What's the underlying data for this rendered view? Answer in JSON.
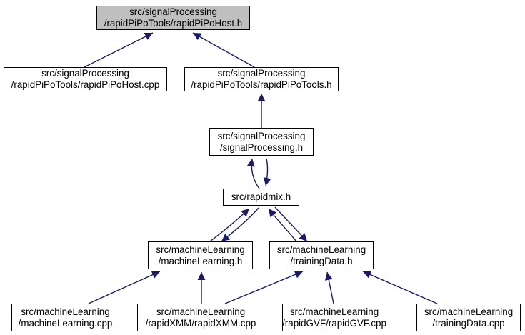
{
  "graph": {
    "colors": {
      "edge": "#191970",
      "root_fill": "#bfbfbf",
      "node_fill": "#ffffff",
      "border": "#000000"
    },
    "nodes": {
      "root": {
        "lines": [
          "src/signalProcessing",
          "/rapidPiPoTools/rapidPiPoHost.h"
        ]
      },
      "host_cpp": {
        "lines": [
          "src/signalProcessing",
          "/rapidPiPoTools/rapidPiPoHost.cpp"
        ]
      },
      "tools_h": {
        "lines": [
          "src/signalProcessing",
          "/rapidPiPoTools/rapidPiPoTools.h"
        ]
      },
      "signal_h": {
        "lines": [
          "src/signalProcessing",
          "/signalProcessing.h"
        ]
      },
      "rapidmix_h": {
        "lines": [
          "src/rapidmix.h"
        ]
      },
      "ml_h": {
        "lines": [
          "src/machineLearning",
          "/machineLearning.h"
        ]
      },
      "td_h": {
        "lines": [
          "src/machineLearning",
          "/trainingData.h"
        ]
      },
      "ml_cpp": {
        "lines": [
          "src/machineLearning",
          "/machineLearning.cpp"
        ]
      },
      "xmm_cpp": {
        "lines": [
          "src/machineLearning",
          "/rapidXMM/rapidXMM.cpp"
        ]
      },
      "gvf_cpp": {
        "lines": [
          "src/machineLearning",
          "/rapidGVF/rapidGVF.cpp"
        ]
      },
      "td_cpp": {
        "lines": [
          "src/machineLearning",
          "/trainingData.cpp"
        ]
      }
    },
    "edges": [
      {
        "from": "host_cpp",
        "to": "root"
      },
      {
        "from": "tools_h",
        "to": "root"
      },
      {
        "from": "signal_h",
        "to": "tools_h"
      },
      {
        "from": "rapidmix_h",
        "to": "signal_h"
      },
      {
        "from": "signal_h",
        "to": "rapidmix_h"
      },
      {
        "from": "ml_h",
        "to": "rapidmix_h"
      },
      {
        "from": "rapidmix_h",
        "to": "ml_h"
      },
      {
        "from": "td_h",
        "to": "rapidmix_h"
      },
      {
        "from": "rapidmix_h",
        "to": "td_h"
      },
      {
        "from": "ml_cpp",
        "to": "ml_h"
      },
      {
        "from": "xmm_cpp",
        "to": "ml_h"
      },
      {
        "from": "xmm_cpp",
        "to": "td_h"
      },
      {
        "from": "gvf_cpp",
        "to": "td_h"
      },
      {
        "from": "td_cpp",
        "to": "td_h"
      }
    ]
  }
}
